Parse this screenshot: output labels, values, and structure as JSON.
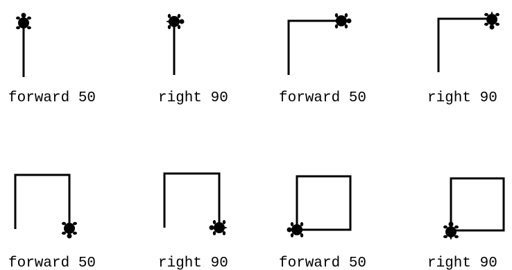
{
  "steps": [
    {
      "command": "forward 50",
      "heading": "up"
    },
    {
      "command": "right 90",
      "heading": "right"
    },
    {
      "command": "forward 50",
      "heading": "right"
    },
    {
      "command": "right 90",
      "heading": "down"
    },
    {
      "command": "forward 50",
      "heading": "down"
    },
    {
      "command": "right 90",
      "heading": "left"
    },
    {
      "command": "forward 50",
      "heading": "left"
    },
    {
      "command": "right 90",
      "heading": "up"
    }
  ],
  "colors": {
    "ink": "#000000",
    "background": "#ffffff"
  }
}
